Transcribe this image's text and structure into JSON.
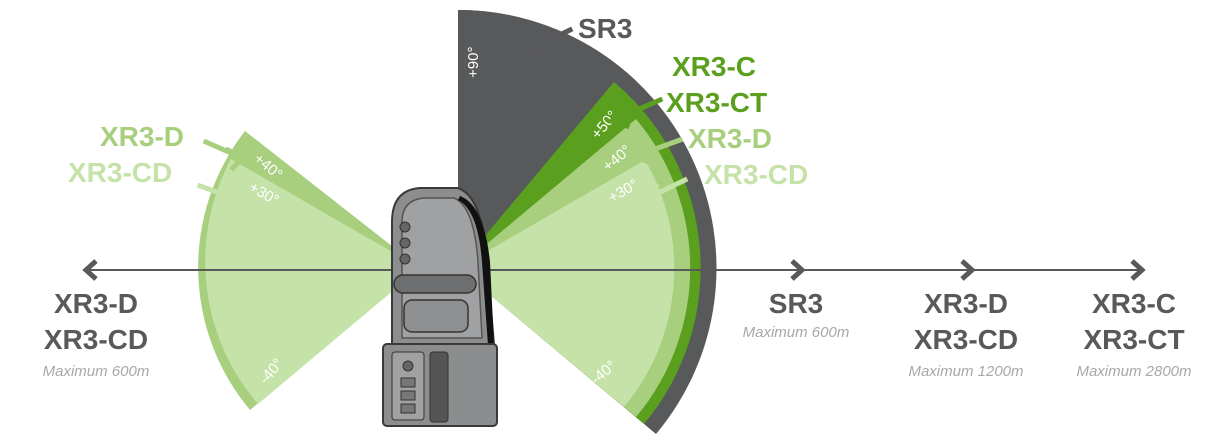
{
  "colors": {
    "sr3": "#58595b",
    "xr3_c": "#5aa01e",
    "xr3_d": "#a7cf7e",
    "xr3_cd": "#c5e2a8",
    "axis": "#58595b",
    "subtext": "#a6a8ab",
    "device": "#8c8d8f"
  },
  "angles": {
    "sr3_top": "+90°",
    "c_top": "+50°",
    "d_top": "+40°",
    "cd_top": "+30°",
    "bottom": "-40°",
    "left_d_top": "+40°",
    "left_cd_top": "+30°",
    "left_bottom": "-40°"
  },
  "callouts": {
    "sr3": "SR3",
    "xr3_c": "XR3-C",
    "xr3_ct": "XR3-CT",
    "xr3_d_right": "XR3-D",
    "xr3_cd_right": "XR3-CD",
    "xr3_d_left": "XR3-D",
    "xr3_cd_left": "XR3-CD"
  },
  "range_labels": {
    "left": {
      "line1": "XR3-D",
      "line2": "XR3-CD",
      "max": "Maximum 600m"
    },
    "sr3": {
      "line1": "SR3",
      "max": "Maximum 600m"
    },
    "xr3_d": {
      "line1": "XR3-D",
      "line2": "XR3-CD",
      "max": "Maximum 1200m"
    },
    "xr3_c": {
      "line1": "XR3-C",
      "line2": "XR3-CT",
      "max": "Maximum 2800m"
    }
  },
  "icons": [
    "arrow-left-icon",
    "arrow-right-icon",
    "callout-arrow-icon",
    "scanner-device-icon"
  ]
}
